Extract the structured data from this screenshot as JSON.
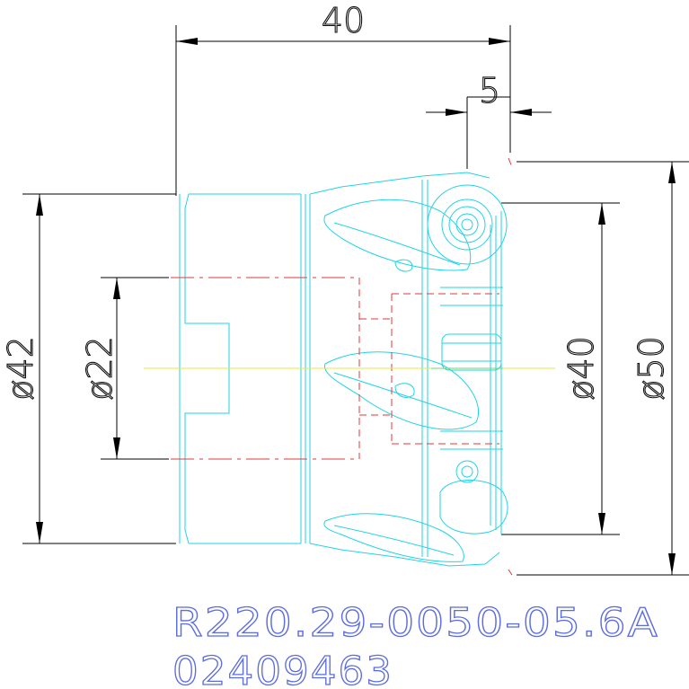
{
  "dimensions": {
    "length_total": "40",
    "length_offset": "5",
    "diameter_body": "ø42",
    "diameter_bore": "ø22",
    "diameter_inner": "ø40",
    "diameter_outer": "ø50"
  },
  "part": {
    "code": "R220.29-0050-05.6A",
    "number": "02409463"
  },
  "colors": {
    "outline": "#22d3e6",
    "hidden": "#e03a3a",
    "centerline": "#e8e840",
    "dimension": "#000000",
    "part_text": "#5b6be0"
  }
}
